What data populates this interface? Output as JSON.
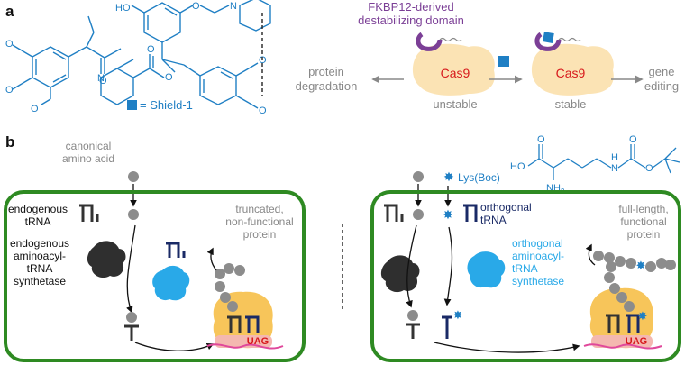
{
  "panel_a": {
    "letter": "a",
    "structure_atoms": {
      "ho": "HO",
      "o": "O",
      "n": "N",
      "methoxy": "O"
    },
    "shield_legend": "= Shield-1",
    "ddomain_label_line1": "FKBP12-derived",
    "ddomain_label_line2": "destabilizing domain",
    "left_outcome_line1": "protein",
    "left_outcome_line2": "degradation",
    "cas9_left": "Cas9",
    "cas9_right": "Cas9",
    "unstable": "unstable",
    "stable": "stable",
    "right_outcome_line1": "gene",
    "right_outcome_line2": "editing"
  },
  "panel_b": {
    "letter": "b",
    "canonical_line1": "canonical",
    "canonical_line2": "amino acid",
    "endogenous_trna_line1": "endogenous",
    "endogenous_trna_line2": "tRNA",
    "synthetase_line1": "endogenous",
    "synthetase_line2": "aminoacyl-",
    "synthetase_line3": "tRNA",
    "synthetase_line4": "synthetase",
    "truncated_line1": "truncated,",
    "truncated_line2": "non-functional",
    "truncated_line3": "protein",
    "codon_left": "UAG",
    "lysboc": "Lys(Boc)",
    "lysboc_atoms": {
      "ho": "HO",
      "o": "O",
      "nh2": "NH",
      "nh2_sub": "2",
      "h": "H",
      "n": "N"
    },
    "orthogonal_trna_line1": "orthogonal",
    "orthogonal_trna_line2": "tRNA",
    "orth_synthetase_line1": "orthogonal",
    "orth_synthetase_line2": "aminoacyl-",
    "orth_synthetase_line3": "tRNA",
    "orth_synthetase_line4": "synthetase",
    "full_line1": "full-length,",
    "full_line2": "functional",
    "full_line3": "protein",
    "codon_right": "UAG"
  },
  "colors": {
    "chem_blue": "#1f7fc4",
    "navy": "#1a2a66",
    "purple": "#7b3f96",
    "green_border": "#2e8a22",
    "cas9_fill": "#fbe3b4",
    "ribosome": "#f7c55a",
    "mrna": "#e0489b",
    "codon_red": "#d7191c",
    "grey_text": "#8a8a8a",
    "cyan_synthetase": "#29a9e8"
  }
}
